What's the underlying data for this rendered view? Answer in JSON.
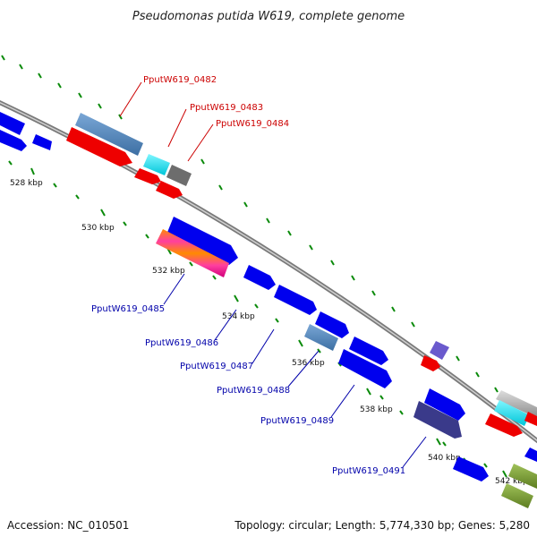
{
  "title": "Pseudomonas putida W619, complete genome",
  "accession": "Accession: NC_010501",
  "topology": "Topology: circular; Length: 5,774,330 bp; Genes: 5,280",
  "ticks": [
    "528 kbp",
    "530 kbp",
    "532 kbp",
    "534 kbp",
    "536 kbp",
    "538 kbp",
    "540 kbp",
    "542 kbp"
  ],
  "gene_labels_top": [
    "PputW619_0482",
    "PputW619_0483",
    "PputW619_0484"
  ],
  "gene_labels_bottom": [
    "PputW619_0485",
    "PputW619_0486",
    "PputW619_0487",
    "PputW619_0488",
    "PputW619_0489",
    "PputW619_0491"
  ],
  "colors": {
    "forward_cds": "#0000ee",
    "reverse_cds": "#ee0000",
    "top_label": "#cc0000",
    "bottom_label": "#0000aa",
    "backbone": "#888888",
    "tick": "#007700"
  }
}
